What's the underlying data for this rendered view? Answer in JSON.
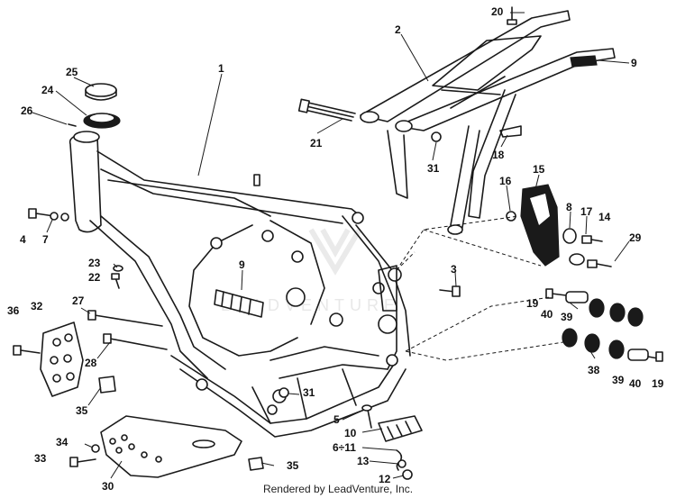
{
  "diagram": {
    "callouts": [
      {
        "id": "c1",
        "label": "1"
      },
      {
        "id": "c2",
        "label": "2"
      },
      {
        "id": "c20",
        "label": "20"
      },
      {
        "id": "c9a",
        "label": "9"
      },
      {
        "id": "c25",
        "label": "25"
      },
      {
        "id": "c24",
        "label": "24"
      },
      {
        "id": "c26",
        "label": "26"
      },
      {
        "id": "c21",
        "label": "21"
      },
      {
        "id": "c31a",
        "label": "31"
      },
      {
        "id": "c18",
        "label": "18"
      },
      {
        "id": "c15",
        "label": "15"
      },
      {
        "id": "c16",
        "label": "16"
      },
      {
        "id": "c8",
        "label": "8"
      },
      {
        "id": "c17",
        "label": "17"
      },
      {
        "id": "c14",
        "label": "14"
      },
      {
        "id": "c29",
        "label": "29"
      },
      {
        "id": "c4",
        "label": "4"
      },
      {
        "id": "c7",
        "label": "7"
      },
      {
        "id": "c23",
        "label": "23"
      },
      {
        "id": "c22",
        "label": "22"
      },
      {
        "id": "c9b",
        "label": "9"
      },
      {
        "id": "c3",
        "label": "3"
      },
      {
        "id": "c27",
        "label": "27"
      },
      {
        "id": "c32",
        "label": "32"
      },
      {
        "id": "c36",
        "label": "36"
      },
      {
        "id": "c28",
        "label": "28"
      },
      {
        "id": "c19a",
        "label": "19"
      },
      {
        "id": "c40a",
        "label": "40"
      },
      {
        "id": "c39a",
        "label": "39"
      },
      {
        "id": "c38",
        "label": "38"
      },
      {
        "id": "c39b",
        "label": "39"
      },
      {
        "id": "c40b",
        "label": "40"
      },
      {
        "id": "c19b",
        "label": "19"
      },
      {
        "id": "c35a",
        "label": "35"
      },
      {
        "id": "c31b",
        "label": "31"
      },
      {
        "id": "c5",
        "label": "5"
      },
      {
        "id": "c10",
        "label": "10"
      },
      {
        "id": "c611",
        "label": "6÷11"
      },
      {
        "id": "c34",
        "label": "34"
      },
      {
        "id": "c33",
        "label": "33"
      },
      {
        "id": "c13",
        "label": "13"
      },
      {
        "id": "c35b",
        "label": "35"
      },
      {
        "id": "c12",
        "label": "12"
      },
      {
        "id": "c30",
        "label": "30"
      }
    ]
  },
  "watermark": "LEADVENTURE",
  "footer": "Rendered by LeadVenture, Inc."
}
